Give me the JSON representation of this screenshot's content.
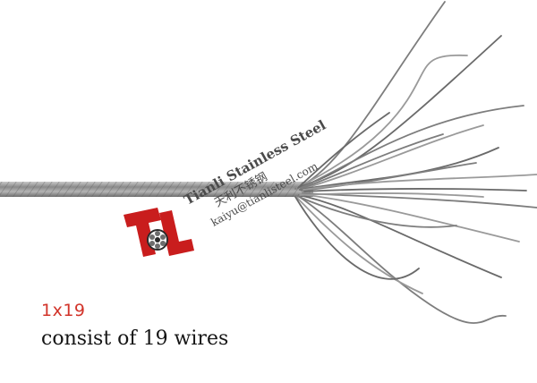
{
  "watermark": {
    "company": "Tianli Stainless Steel",
    "chinese": "天利不锈钢",
    "email": "kaiyu@tianlisteel.com",
    "logo": "TL"
  },
  "product": {
    "spec": "1x19",
    "caption": "consist of 19 wires"
  },
  "colors": {
    "background": "#ffffff",
    "spec_text": "#d2342a",
    "caption_text": "#151515",
    "logo_red": "#c91d1d",
    "wire": "#8f8f8f"
  },
  "icons": {
    "logo": "tianli-logo-icon",
    "cable": "wire-rope-image"
  }
}
